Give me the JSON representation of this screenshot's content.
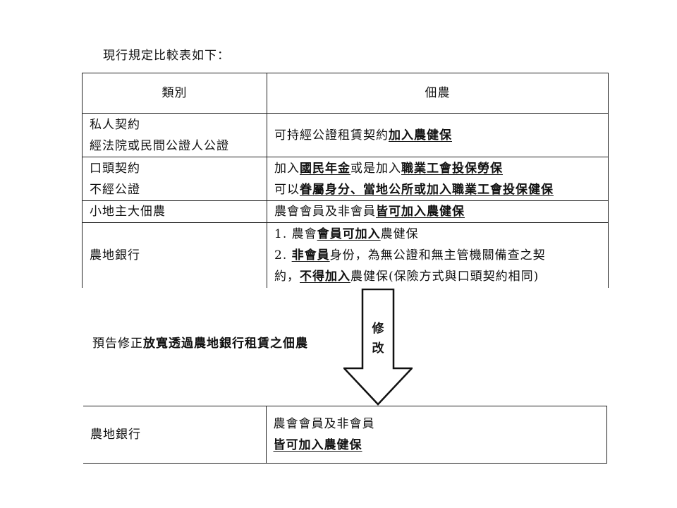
{
  "intro": "現行規定比較表如下：",
  "table": {
    "header": {
      "col1": "類別",
      "col2": "佃農"
    },
    "rows": [
      {
        "cat_line1": "私人契約",
        "cat_line2": "經法院或民間公證人公證",
        "d1_pre": "可持經公證租賃契約",
        "d1_b": "加入農健保"
      },
      {
        "cat_line1": "口頭契約",
        "cat_line2": "不經公證",
        "l1_a": "加入",
        "l1_b": "國民年金",
        "l1_c": "或是加入",
        "l1_d": "職業工會投保勞保",
        "l2_a": "可以",
        "l2_b": "眷屬身分、當地公所或加入職業工會投保健保"
      },
      {
        "cat": "小地主大佃農",
        "d_a": "農會會員及非會員",
        "d_b": "皆可加入農健保"
      },
      {
        "cat": "農地銀行",
        "l1_a": "1. 農會",
        "l1_b": "會員可加入",
        "l1_c": "農健保",
        "l2_a": "2. ",
        "l2_b": "非會員",
        "l2_c": "身份，為無公證和無主管機關備查之契",
        "l3_a": "約，",
        "l3_b": "不得加入",
        "l3_c": "農健保(保險方式與口頭契約相同)"
      }
    ]
  },
  "note": {
    "prefix": "預告修正",
    "bold": "放寬透過農地銀行租賃之佃農"
  },
  "arrow_label": {
    "char1": "修",
    "char2": "改"
  },
  "table2": {
    "cat": "農地銀行",
    "line1": "農會會員及非會員",
    "line2": "皆可加入農健保"
  }
}
